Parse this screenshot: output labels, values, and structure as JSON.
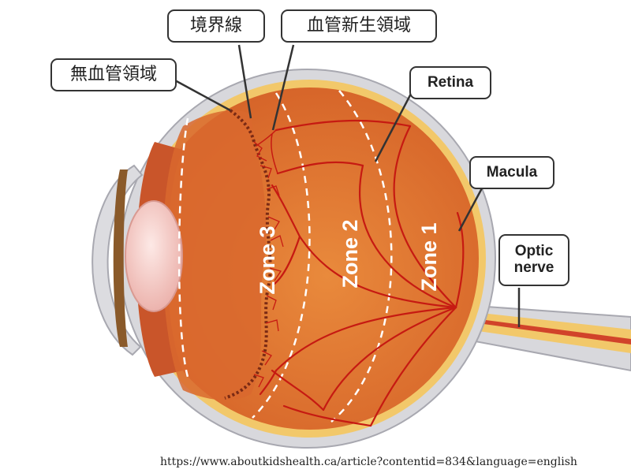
{
  "labels": {
    "avascular_zone": "無血管領域",
    "demarcation_line": "境界線",
    "neovascular_zone": "血管新生領域",
    "retina": "Retina",
    "macula": "Macula",
    "optic_nerve_line1": "Optic",
    "optic_nerve_line2": "nerve",
    "zone1": "Zone 1",
    "zone2": "Zone 2",
    "zone3": "Zone 3"
  },
  "source_url": "https://www.aboutkidshealth.ca/article?contentid=834&language=english",
  "colors": {
    "globe_fill": "#e2762f",
    "globe_inner": "#d8622a",
    "vessel": "#c61a12",
    "sclera": "#d8d8dc",
    "choroid": "#f2c86a",
    "lens": "#f7d0cc",
    "iris": "#8a5a2a",
    "callout_border": "#333333"
  }
}
